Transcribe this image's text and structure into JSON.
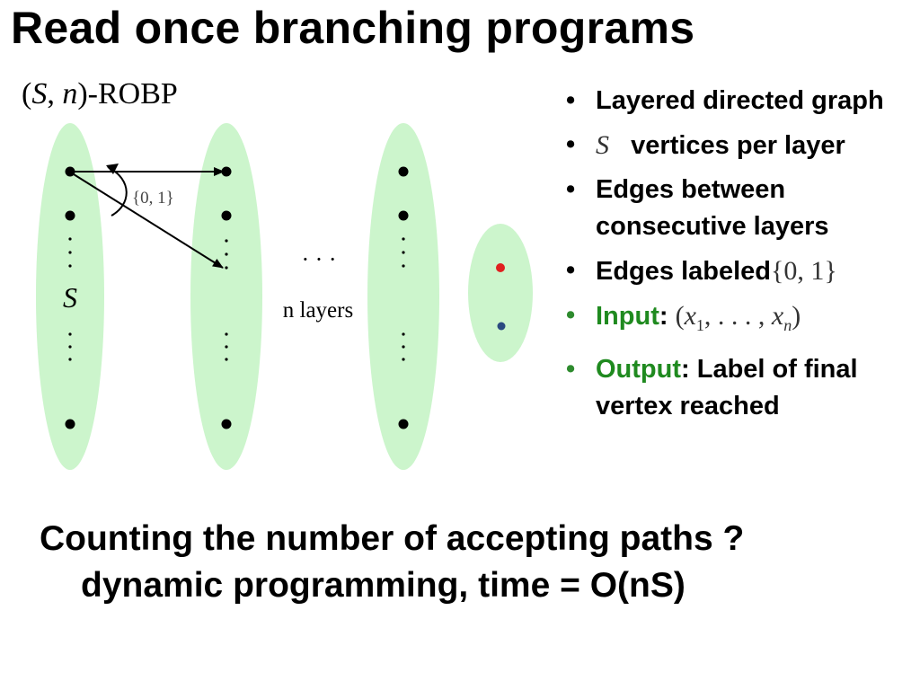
{
  "title": "Read once branching programs",
  "diagram": {
    "robp_label_open": "(",
    "robp_label_s": "S",
    "robp_label_mid": ", ",
    "robp_label_n": "n",
    "robp_label_close": ")-ROBP",
    "edge_label": "{0, 1}",
    "layer_var": "S",
    "dots_between": "· · ·",
    "n_layers": "n layers",
    "output_colors": [
      "#e02020",
      "#2a4a80"
    ],
    "layer_fill": "#ccf5cc"
  },
  "bullets": {
    "b1": "Layered directed graph",
    "b2_math": "S",
    "b2_text": "vertices per layer",
    "b3": "Edges between consecutive layers",
    "b4_text": "Edges labeled",
    "b4_math": "{0, 1}",
    "b5_label": "Input",
    "b5_colon": ": ",
    "b5_math_open": "(",
    "b5_math_x1": "x",
    "b5_math_sub1": "1",
    "b5_math_mid": ", . . . , ",
    "b5_math_xn": "x",
    "b5_math_subn": "n",
    "b5_math_close": ")",
    "b6_label": "Output",
    "b6_text": ": Label of final vertex reached"
  },
  "bottom": {
    "line1": "Counting the number of accepting paths ?",
    "line2": "dynamic programming, time = O(nS)"
  }
}
